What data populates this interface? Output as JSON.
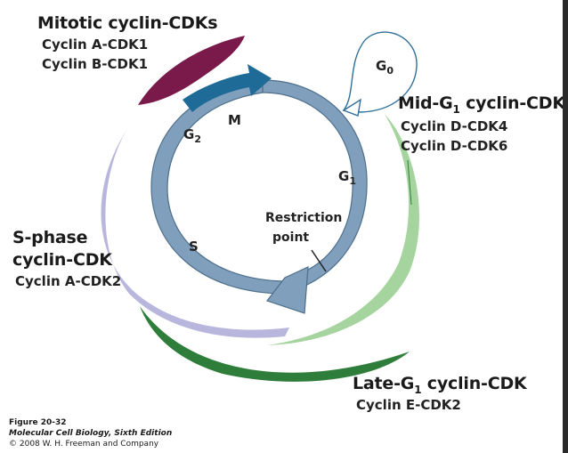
{
  "mitotic": {
    "title": "Mitotic cyclin-CDKs",
    "line1": "Cyclin A-CDK1",
    "line2": "Cyclin B-CDK1",
    "color": "#7a1a4a"
  },
  "mid_g1": {
    "title_pre": "Mid-G",
    "title_sub": "1",
    "title_post": " cyclin-CDKs",
    "line1": "Cyclin D-CDK4",
    "line2": "Cyclin D-CDK6",
    "color": "#a6d49f"
  },
  "s_phase": {
    "title1": "S-phase",
    "title2": "cyclin-CDK",
    "line1": "Cyclin A-CDK2",
    "color": "#b9b6dd"
  },
  "late_g1": {
    "title_pre": "Late-G",
    "title_sub": "1",
    "title_post": " cyclin-CDK",
    "line1": "Cyclin E-CDK2",
    "color": "#2f7d3a"
  },
  "phases": {
    "g0_pre": "G",
    "g0_sub": "0",
    "g1_pre": "G",
    "g1_sub": "1",
    "g2_pre": "G",
    "g2_sub": "2",
    "m": "M",
    "s": "S"
  },
  "restriction": {
    "line1": "Restriction",
    "line2": "point"
  },
  "caption": {
    "figure": "Figure 20-32",
    "book": "Molecular Cell Biology, Sixth Edition",
    "copyright": "© 2008 W. H. Freeman and Company"
  },
  "colors": {
    "cycle_ring": "#7f9fbc",
    "m_arrow": "#1f6b97",
    "ring_outline": "#4e6f8c"
  }
}
